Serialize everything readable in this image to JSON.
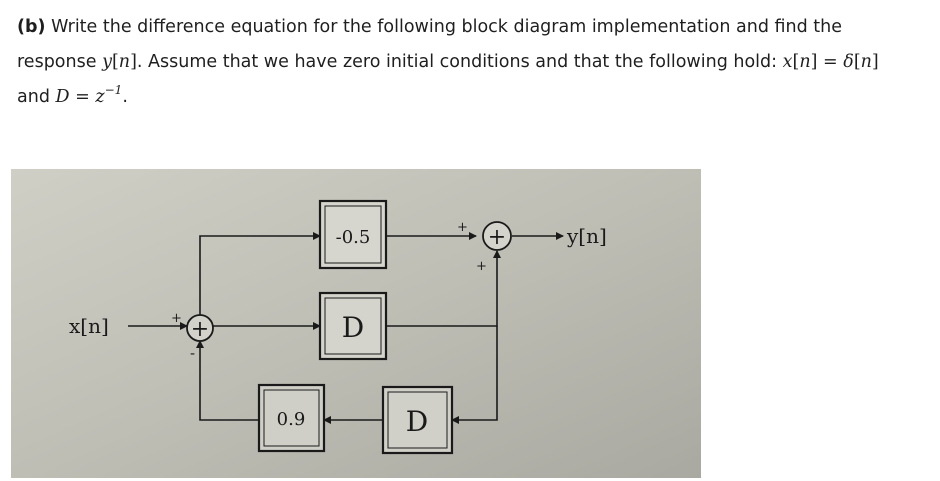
{
  "problem": {
    "part_label": "(b)",
    "sentence1": "Write the difference equation for the following block diagram implementation and find the",
    "sentence2_start": "response",
    "y_var": "y",
    "n_var": "n",
    "sentence2_mid": ". Assume that we have zero initial conditions and that the following hold:",
    "x_var": "x",
    "equals": "=",
    "delta_var": "δ",
    "and_text": "and",
    "D_var": "D",
    "z_var": "z",
    "exponent": "−1",
    "period": "."
  },
  "diagram": {
    "input_label": "x[n]",
    "output_label": "y[n]",
    "coef_top": "-0.5",
    "coef_bottom": "0.9",
    "delay_label": "D",
    "adder_symbol": "+",
    "sign_plus": "+",
    "sign_minus": "-"
  }
}
